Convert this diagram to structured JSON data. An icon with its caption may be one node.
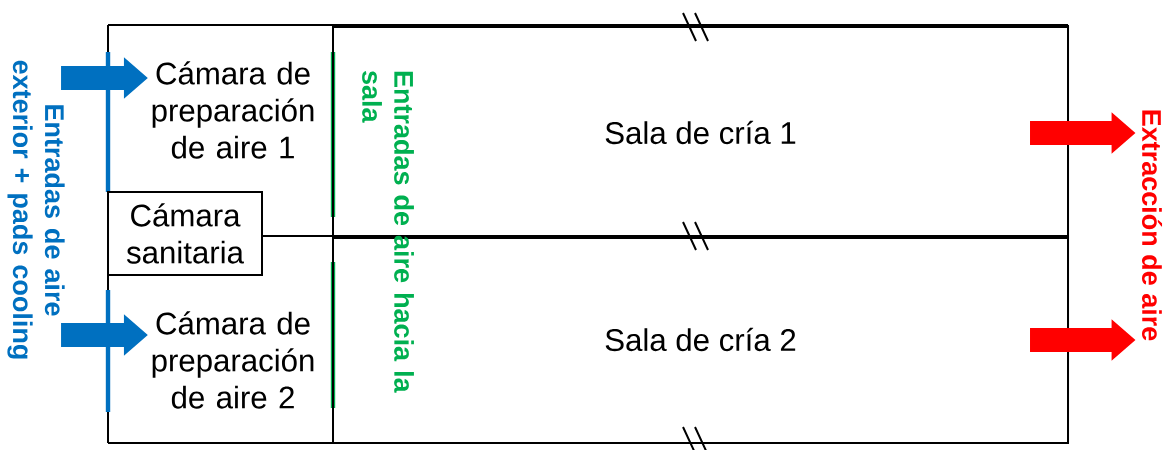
{
  "diagram": {
    "nodes": [
      {
        "text": [
          "Cámara de preparación de aire 1"
        ]
      },
      {
        "text": [
          "Cámara sanitaria"
        ]
      },
      {
        "text": [
          "Cámara de preparación de aire 2"
        ]
      },
      {
        "text": [
          "Sala de cría 1"
        ]
      },
      {
        "text": [
          "Sala de cría 2"
        ]
      },
      {
        "text": [
          "Entradas de aire exterior + pads cooling"
        ]
      },
      {
        "text": [
          "Extracción de aire"
        ]
      }
    ],
    "edges": [
      {
        "from": 5,
        "to": 0,
        "arrow": "to",
        "color": "#0070c0"
      },
      {
        "from": 5,
        "to": 2,
        "arrow": "to",
        "color": "#0070c0"
      },
      {
        "from": 3,
        "to": 6,
        "arrow": "to",
        "color": "#ff0000"
      },
      {
        "from": 4,
        "to": 6,
        "arrow": "to",
        "color": "#ff0000"
      }
    ],
    "labels": [
      "Entradas de aire hacia la sala"
    ]
  }
}
